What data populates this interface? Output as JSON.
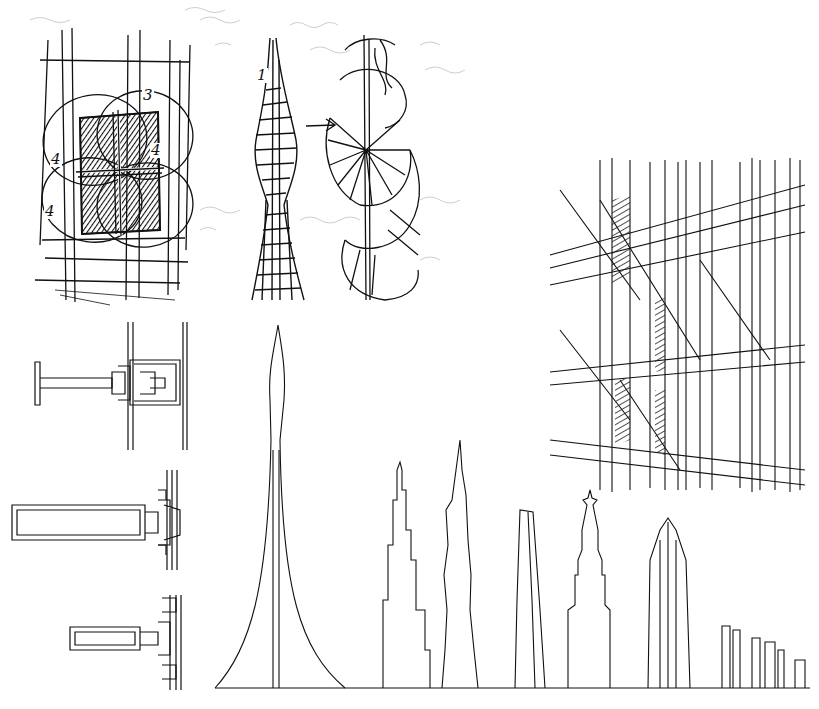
{
  "diagram": {
    "labels": [
      "4",
      "3",
      "4",
      "4",
      "1"
    ]
  }
}
